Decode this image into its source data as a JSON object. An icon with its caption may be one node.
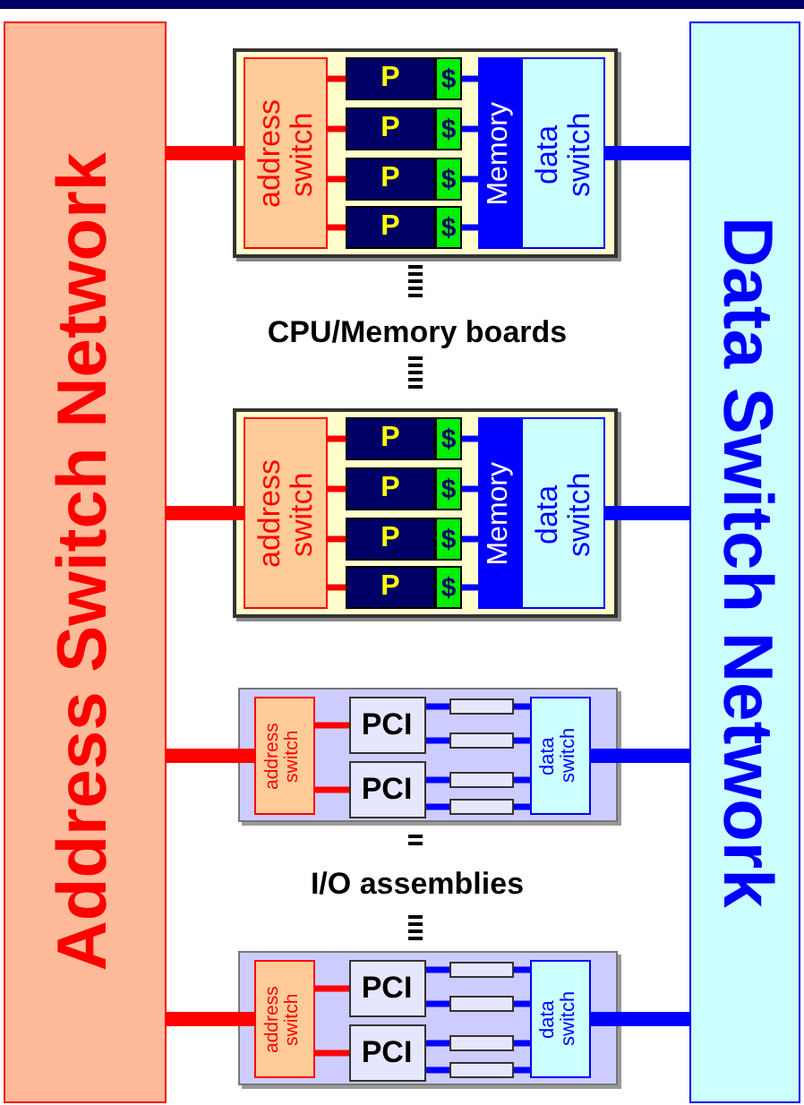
{
  "diagram": {
    "nodes": [
      {
        "text": [
          "Address Switch Network"
        ]
      },
      {
        "text": [
          "Data Switch Network"
        ]
      },
      {
        "text": [],
        "shape": "box"
      },
      {
        "text": [
          "address switch"
        ],
        "in": 2
      },
      {
        "text": [
          "P"
        ],
        "in": 2
      },
      {
        "text": [
          "$"
        ],
        "in": 2
      },
      {
        "text": [
          "P"
        ],
        "in": 2
      },
      {
        "text": [
          "$"
        ],
        "in": 2
      },
      {
        "text": [
          "P"
        ],
        "in": 2
      },
      {
        "text": [
          "$"
        ],
        "in": 2
      },
      {
        "text": [
          "P"
        ],
        "in": 2
      },
      {
        "text": [
          "$"
        ],
        "in": 2
      },
      {
        "text": [
          "Memory"
        ],
        "in": 2
      },
      {
        "text": [
          "data switch"
        ],
        "in": 2
      },
      {
        "text": [],
        "shape": "box"
      },
      {
        "text": [
          "address switch"
        ],
        "in": 14
      },
      {
        "text": [
          "P"
        ],
        "in": 14
      },
      {
        "text": [
          "$"
        ],
        "in": 14
      },
      {
        "text": [
          "P"
        ],
        "in": 14
      },
      {
        "text": [
          "$"
        ],
        "in": 14
      },
      {
        "text": [
          "P"
        ],
        "in": 14
      },
      {
        "text": [
          "$"
        ],
        "in": 14
      },
      {
        "text": [
          "P"
        ],
        "in": 14
      },
      {
        "text": [
          "$"
        ],
        "in": 14
      },
      {
        "text": [
          "Memory"
        ],
        "in": 14
      },
      {
        "text": [
          "data switch"
        ],
        "in": 14
      },
      {
        "text": [],
        "shape": "box"
      },
      {
        "text": [
          "address switch"
        ],
        "in": 26
      },
      {
        "text": [
          "PCI"
        ],
        "in": 26
      },
      {
        "text": [
          "PCI"
        ],
        "in": 26
      },
      {
        "text": [],
        "shape": "box",
        "in": 26
      },
      {
        "text": [],
        "shape": "box",
        "in": 26
      },
      {
        "text": [],
        "shape": "box",
        "in": 26
      },
      {
        "text": [],
        "shape": "box",
        "in": 26
      },
      {
        "text": [
          "data switch"
        ],
        "in": 26
      },
      {
        "text": [],
        "shape": "box"
      },
      {
        "text": [
          "address switch"
        ],
        "in": 35
      },
      {
        "text": [
          "PCI"
        ],
        "in": 35
      },
      {
        "text": [
          "PCI"
        ],
        "in": 35
      },
      {
        "text": [],
        "shape": "box",
        "in": 35
      },
      {
        "text": [],
        "shape": "box",
        "in": 35
      },
      {
        "text": [],
        "shape": "box",
        "in": 35
      },
      {
        "text": [],
        "shape": "box",
        "in": 35
      },
      {
        "text": [
          "data switch"
        ],
        "in": 35
      }
    ],
    "edges": [
      {
        "from": 0,
        "to": 3,
        "arrow": "none",
        "style": "thick",
        "color": "#ff0000"
      },
      {
        "from": 3,
        "to": 4,
        "arrow": "none",
        "color": "#ff0000"
      },
      {
        "from": 3,
        "to": 6,
        "arrow": "none",
        "color": "#ff0000"
      },
      {
        "from": 3,
        "to": 8,
        "arrow": "none",
        "color": "#ff0000"
      },
      {
        "from": 3,
        "to": 10,
        "arrow": "none",
        "color": "#ff0000"
      },
      {
        "from": 5,
        "to": 12,
        "arrow": "none",
        "color": "#0000ff"
      },
      {
        "from": 7,
        "to": 12,
        "arrow": "none",
        "color": "#0000ff"
      },
      {
        "from": 9,
        "to": 12,
        "arrow": "none",
        "color": "#0000ff"
      },
      {
        "from": 11,
        "to": 12,
        "arrow": "none",
        "color": "#0000ff"
      },
      {
        "from": 13,
        "to": 1,
        "arrow": "none",
        "style": "thick",
        "color": "#0000ff"
      },
      {
        "from": 0,
        "to": 15,
        "arrow": "none",
        "style": "thick",
        "color": "#ff0000"
      },
      {
        "from": 15,
        "to": 16,
        "arrow": "none",
        "color": "#ff0000"
      },
      {
        "from": 15,
        "to": 18,
        "arrow": "none",
        "color": "#ff0000"
      },
      {
        "from": 15,
        "to": 20,
        "arrow": "none",
        "color": "#ff0000"
      },
      {
        "from": 15,
        "to": 22,
        "arrow": "none",
        "color": "#ff0000"
      },
      {
        "from": 17,
        "to": 24,
        "arrow": "none",
        "color": "#0000ff"
      },
      {
        "from": 19,
        "to": 24,
        "arrow": "none",
        "color": "#0000ff"
      },
      {
        "from": 21,
        "to": 24,
        "arrow": "none",
        "color": "#0000ff"
      },
      {
        "from": 23,
        "to": 24,
        "arrow": "none",
        "color": "#0000ff"
      },
      {
        "from": 25,
        "to": 1,
        "arrow": "none",
        "style": "thick",
        "color": "#0000ff"
      },
      {
        "from": 0,
        "to": 27,
        "arrow": "none",
        "style": "thick",
        "color": "#ff0000"
      },
      {
        "from": 27,
        "to": 28,
        "arrow": "none",
        "color": "#ff0000"
      },
      {
        "from": 27,
        "to": 29,
        "arrow": "none",
        "color": "#ff0000"
      },
      {
        "from": 28,
        "to": 30,
        "arrow": "none",
        "color": "#0000ff"
      },
      {
        "from": 28,
        "to": 31,
        "arrow": "none",
        "color": "#0000ff"
      },
      {
        "from": 29,
        "to": 32,
        "arrow": "none",
        "color": "#0000ff"
      },
      {
        "from": 29,
        "to": 33,
        "arrow": "none",
        "color": "#0000ff"
      },
      {
        "from": 30,
        "to": 34,
        "arrow": "none",
        "color": "#0000ff"
      },
      {
        "from": 31,
        "to": 34,
        "arrow": "none",
        "color": "#0000ff"
      },
      {
        "from": 32,
        "to": 34,
        "arrow": "none",
        "color": "#0000ff"
      },
      {
        "from": 33,
        "to": 34,
        "arrow": "none",
        "color": "#0000ff"
      },
      {
        "from": 34,
        "to": 1,
        "arrow": "none",
        "style": "thick",
        "color": "#0000ff"
      },
      {
        "from": 0,
        "to": 36,
        "arrow": "none",
        "style": "thick",
        "color": "#ff0000"
      },
      {
        "from": 36,
        "to": 37,
        "arrow": "none",
        "color": "#ff0000"
      },
      {
        "from": 36,
        "to": 38,
        "arrow": "none",
        "color": "#ff0000"
      },
      {
        "from": 37,
        "to": 39,
        "arrow": "none",
        "color": "#0000ff"
      },
      {
        "from": 37,
        "to": 40,
        "arrow": "none",
        "color": "#0000ff"
      },
      {
        "from": 38,
        "to": 41,
        "arrow": "none",
        "color": "#0000ff"
      },
      {
        "from": 38,
        "to": 42,
        "arrow": "none",
        "color": "#0000ff"
      },
      {
        "from": 39,
        "to": 43,
        "arrow": "none",
        "color": "#0000ff"
      },
      {
        "from": 40,
        "to": 43,
        "arrow": "none",
        "color": "#0000ff"
      },
      {
        "from": 41,
        "to": 43,
        "arrow": "none",
        "color": "#0000ff"
      },
      {
        "from": 42,
        "to": 43,
        "arrow": "none",
        "color": "#0000ff"
      },
      {
        "from": 43,
        "to": 1,
        "arrow": "none",
        "style": "thick",
        "color": "#0000ff"
      }
    ],
    "labels": [
      "CPU/Memory boards",
      "I/O assemblies"
    ]
  }
}
